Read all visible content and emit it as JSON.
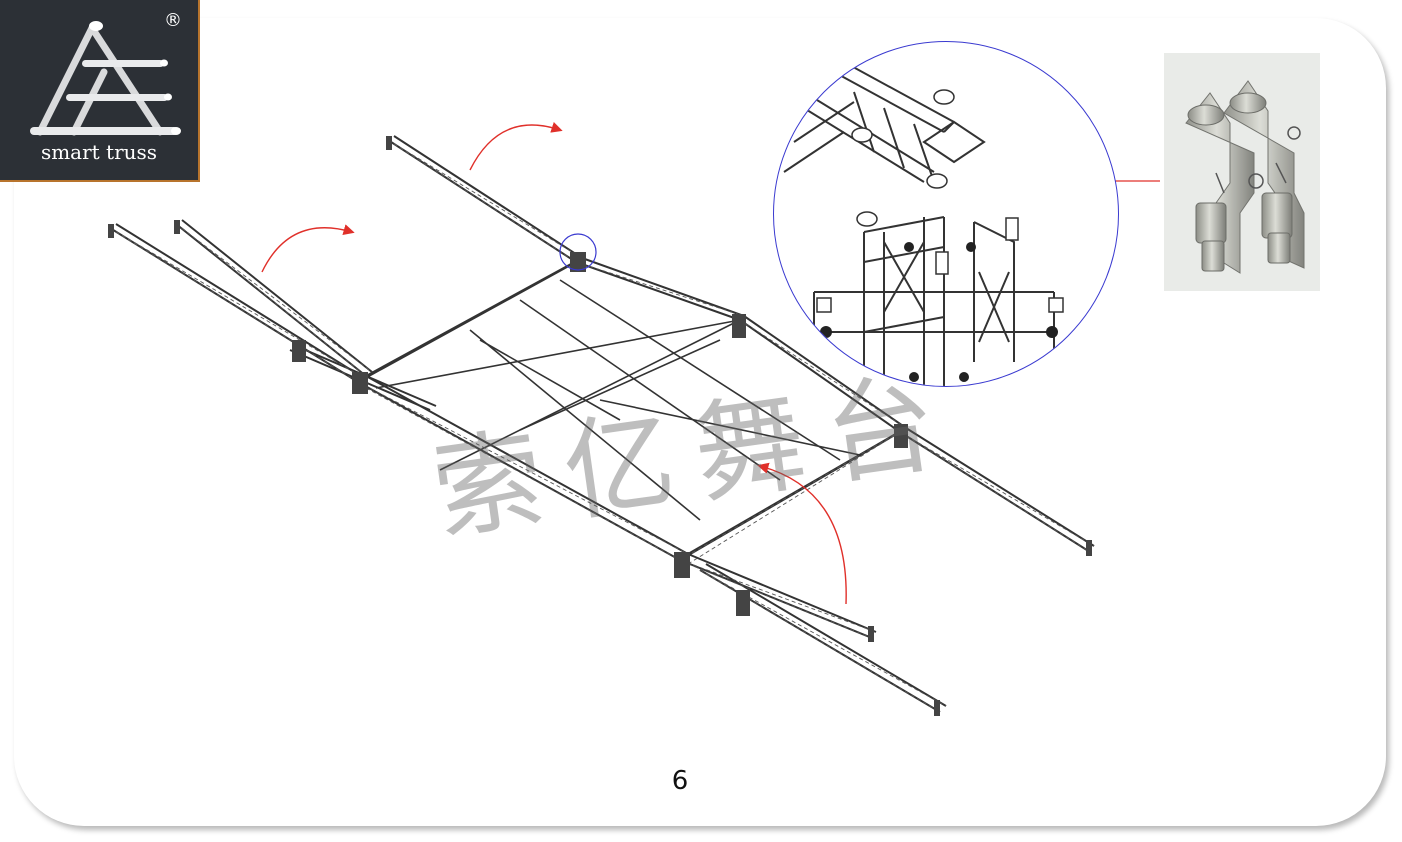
{
  "brand": {
    "name": "smart truss",
    "registered_mark": "®"
  },
  "page": {
    "number": "6"
  },
  "watermark": {
    "text": "索亿舞台"
  },
  "colors": {
    "logo_bg": "#2c3036",
    "logo_border": "#b8742d",
    "arrow": "#e0302a",
    "detail_circle": "#3a3ad0",
    "truss_line": "#333333"
  },
  "icons": {
    "logo": "smart-truss-logo-icon",
    "callout_arrow": "callout-arrow-icon",
    "rotation_arrow": "rotation-arrow-icon"
  }
}
